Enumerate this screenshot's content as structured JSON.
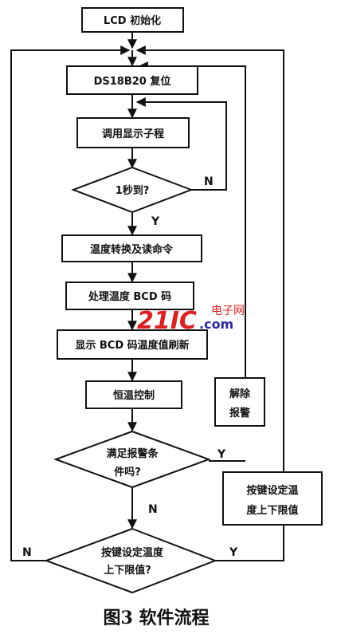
{
  "nodes": {
    "lcd_init": "LCD 初始化",
    "ds18b20_reset": "DS18B20 复位",
    "call_display": "调用显示子程",
    "one_second": "1秒到?",
    "convert_read": "温度转换及读命令",
    "process_bcd": "处理温度 BCD 码",
    "display_refresh": "显示 BCD 码温度值刷新",
    "constant_temp": "恒温控制",
    "alarm_cond_line1": "满足报警条",
    "alarm_cond_line2": "件吗?",
    "key_set_line1": "按键设定温度",
    "key_set_line2": "上下限值?",
    "release_alarm_line1": "解除",
    "release_alarm_line2": "报警",
    "key_box_line1": "按键设定温",
    "key_box_line2": "度上下限值"
  },
  "edge_labels": {
    "one_second_no": "N",
    "one_second_yes": "Y",
    "alarm_yes": "Y",
    "alarm_no": "N",
    "key_no": "N",
    "key_yes": "Y"
  },
  "watermark": {
    "logo": "21IC",
    "cn": "电子网",
    "domain": ".com"
  },
  "caption": "图3 软件流程"
}
